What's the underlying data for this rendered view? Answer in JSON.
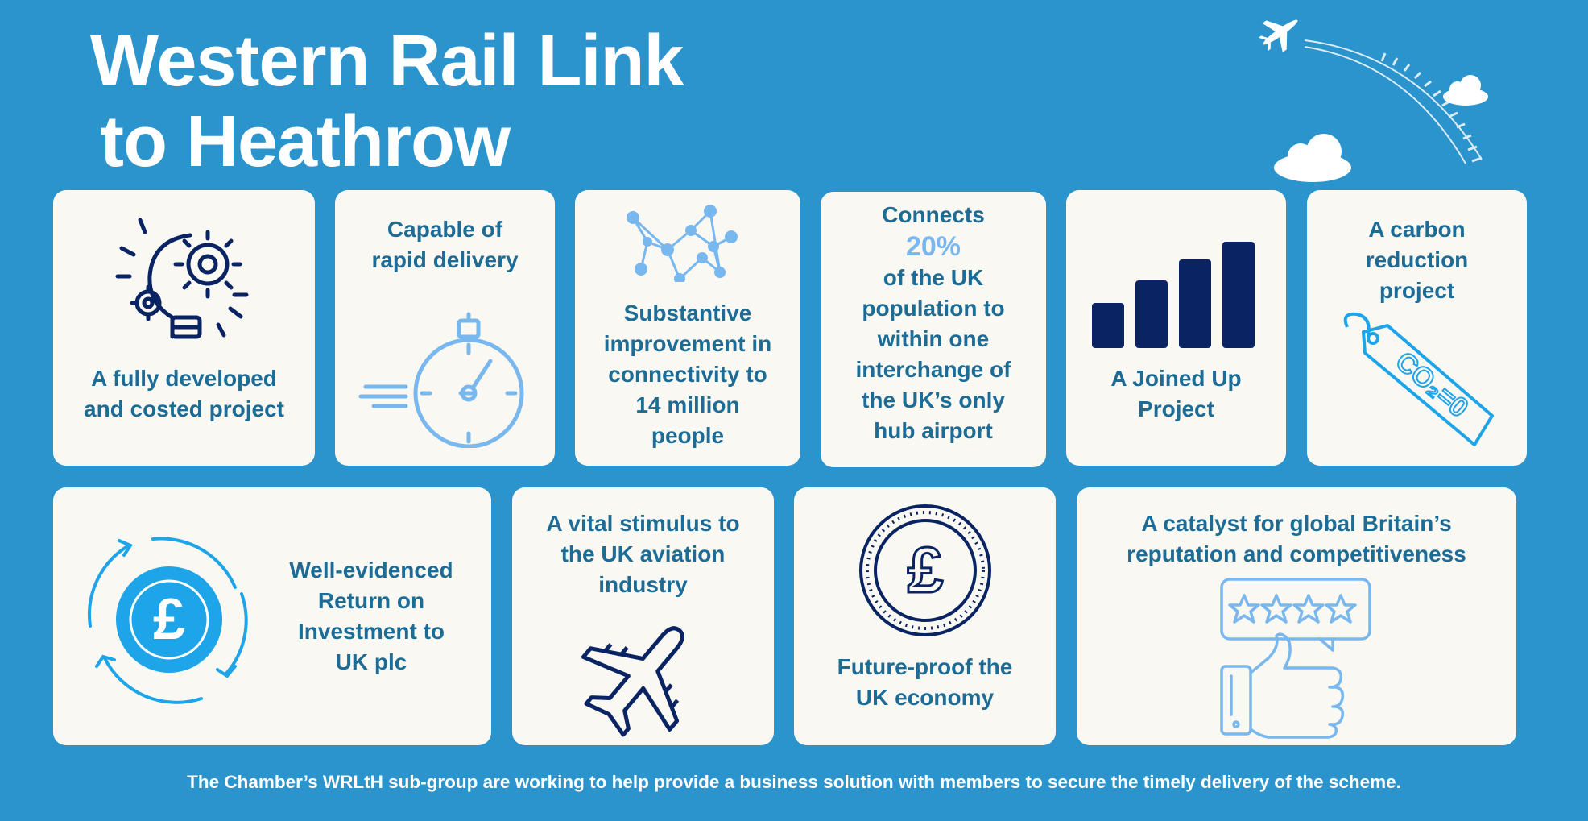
{
  "header": {
    "title_line1": "Western Rail Link",
    "title_line2": "to Heathrow"
  },
  "cards": {
    "developed": {
      "line1": "A fully developed",
      "line2": "and costed project",
      "icon": "lightbulb-gears-icon"
    },
    "rapid": {
      "line1": "Capable of",
      "line2": "rapid delivery",
      "icon": "stopwatch-icon"
    },
    "connectivity": {
      "line1": "Substantive",
      "line2": "improvement in",
      "line3": "connectivity to",
      "line4": "14 million",
      "line5": "people",
      "icon": "network-icon"
    },
    "connects": {
      "line1": "Connects",
      "percent": "20%",
      "line2": "of the UK",
      "line3": "population to",
      "line4": "within one",
      "line5": "interchange of",
      "line6": "the UK’s only",
      "line7": "hub airport"
    },
    "joined": {
      "line1": "A Joined Up",
      "line2": "Project",
      "icon": "bar-chart-icon"
    },
    "carbon": {
      "line1": "A carbon",
      "line2": "reduction",
      "line3": "project",
      "tag_text": "CO₂=0",
      "icon": "co2-tag-icon"
    },
    "roi": {
      "line1": "Well-evidenced",
      "line2": "Return on",
      "line3": "Investment to",
      "line4": "UK plc",
      "icon": "pound-cycle-icon"
    },
    "aviation": {
      "line1": "A vital stimulus to",
      "line2": "the UK aviation",
      "line3": "industry",
      "icon": "airplane-icon"
    },
    "economy": {
      "line1": "Future-proof the",
      "line2": "UK economy",
      "icon": "pound-coin-icon"
    },
    "catalyst": {
      "line1": "A catalyst for global Britain’s",
      "line2": "reputation and competitiveness",
      "icon": "thumbs-up-rating-icon"
    }
  },
  "footer": {
    "text": "The Chamber’s WRLtH sub-group are working to help provide a business solution with members to secure the timely delivery of the scheme."
  },
  "colors": {
    "background": "#2b94cd",
    "card": "#f9f8f3",
    "text": "#1d6c96",
    "navy": "#0a2463",
    "light_blue": "#79b8ee",
    "bright_blue": "#1ea4e8"
  }
}
